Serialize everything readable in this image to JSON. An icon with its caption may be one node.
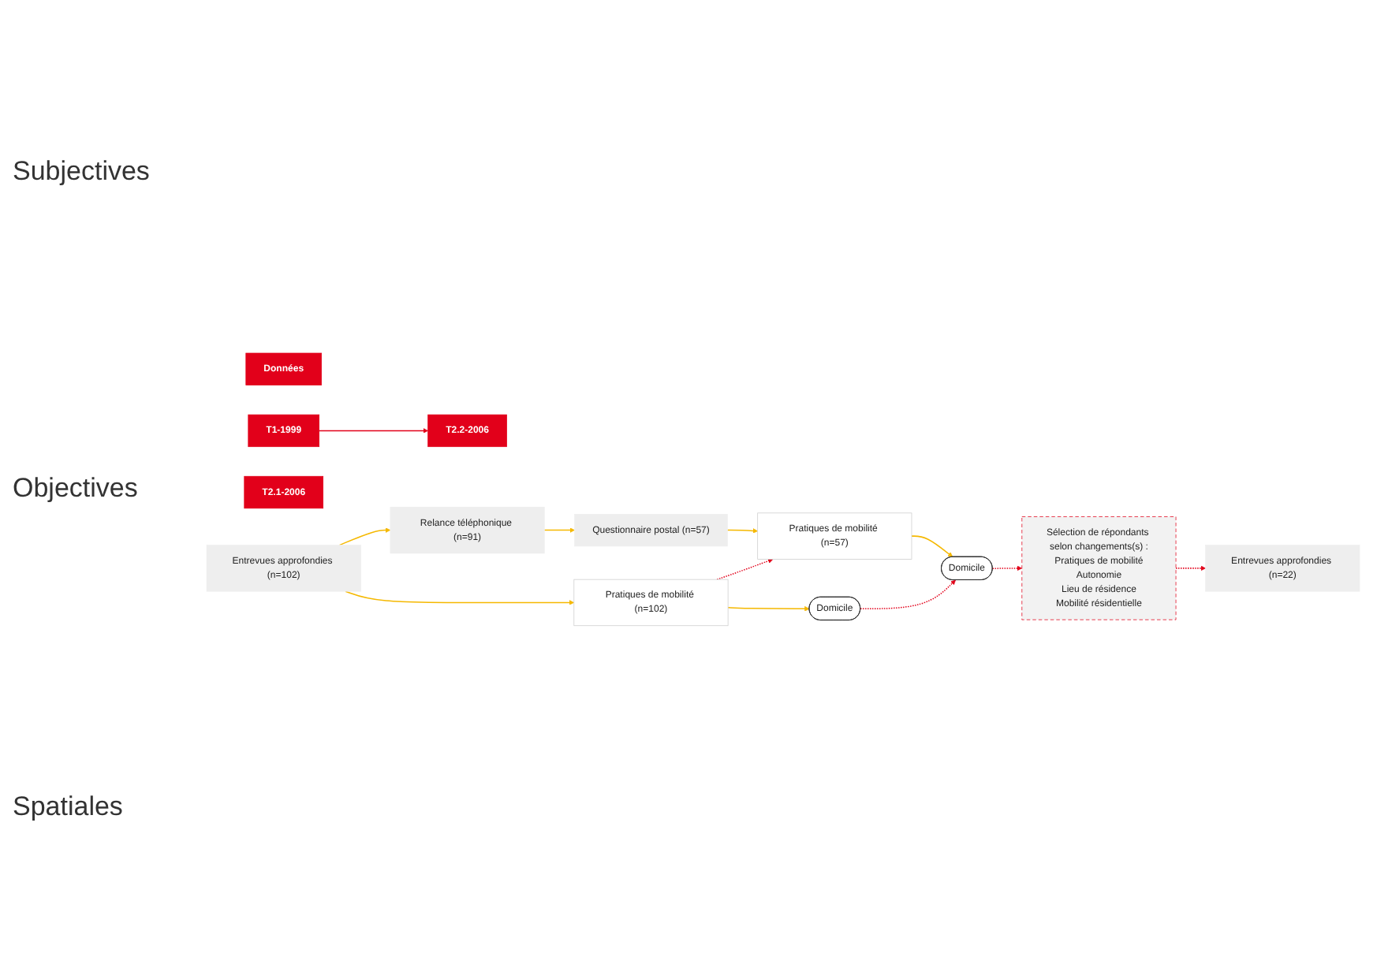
{
  "diagram": {
    "nodes": [
      {
        "text": [
          "Données"
        ]
      },
      {
        "text": [
          "T1-1999"
        ]
      },
      {
        "text": [
          "T2.1-2006"
        ]
      },
      {
        "text": [
          "T2.2-2006"
        ]
      },
      {
        "text": [
          "Entrevues approfondies (n=102)"
        ]
      },
      {
        "text": [
          "Relance téléphonique (n=91)"
        ]
      },
      {
        "text": [
          "Questionnaire postal (n=57)"
        ]
      },
      {
        "text": [
          "Entrevues approfondies (n=22)"
        ]
      },
      {
        "text": [
          "Pratiques de mobilité (n=102)"
        ]
      },
      {
        "text": [
          "Pratiques de mobilité (n=57)"
        ]
      },
      {
        "text": [
          "Sélection de répondants selon changements(s) :",
          "Pratiques de mobilité",
          "Autonomie",
          "Lieu de résidence",
          "Mobilité résidentielle"
        ]
      },
      {
        "text": [
          "Domicile"
        ]
      },
      {
        "text": [
          "Domicile"
        ]
      }
    ],
    "edges": [
      {
        "from": 1,
        "to": 3,
        "arrow": "to",
        "color": "#e2001a"
      },
      {
        "from": 4,
        "to": 5,
        "arrow": "to"
      },
      {
        "from": 5,
        "to": 6,
        "arrow": "to"
      },
      {
        "from": 4,
        "to": 8,
        "arrow": "to"
      },
      {
        "from": 6,
        "to": 9,
        "arrow": "to"
      },
      {
        "from": 8,
        "to": 11,
        "arrow": "to"
      },
      {
        "from": 9,
        "to": 12,
        "arrow": "to"
      },
      {
        "from": 8,
        "to": 9,
        "arrow": "to",
        "style": "dashed",
        "color": "#e2001a"
      },
      {
        "from": 11,
        "to": 12,
        "arrow": "to",
        "style": "dashed",
        "color": "#e2001a"
      },
      {
        "from": 12,
        "to": 10,
        "arrow": "to",
        "style": "dashed",
        "color": "#e2001a"
      },
      {
        "from": 10,
        "to": 7,
        "arrow": "to",
        "style": "dashed",
        "color": "#e2001a"
      }
    ],
    "labels": [
      "Subjectives",
      "Objectives",
      "Spatiales"
    ]
  }
}
